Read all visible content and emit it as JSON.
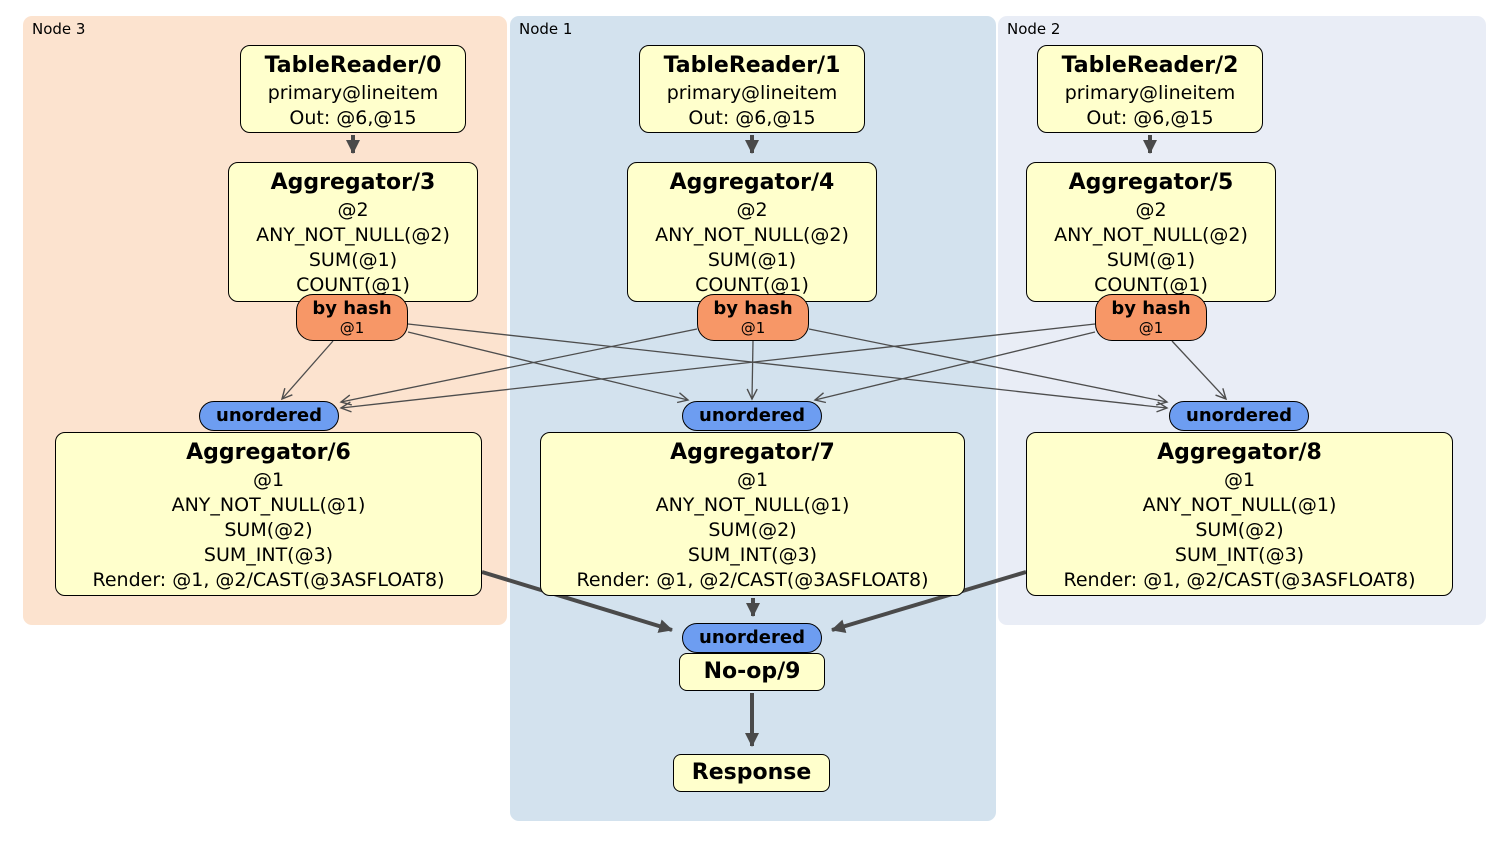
{
  "diagram": {
    "regions": [
      {
        "id": "node3",
        "label": "Node 3",
        "color": "#fce3cf"
      },
      {
        "id": "node1",
        "label": "Node 1",
        "color": "#d3e2ee"
      },
      {
        "id": "node2",
        "label": "Node 2",
        "color": "#e9edf6"
      }
    ],
    "processors": {
      "tablereader0": {
        "title": "TableReader/0",
        "lines": [
          "primary@lineitem",
          "Out: @6,@15"
        ]
      },
      "tablereader1": {
        "title": "TableReader/1",
        "lines": [
          "primary@lineitem",
          "Out: @6,@15"
        ]
      },
      "tablereader2": {
        "title": "TableReader/2",
        "lines": [
          "primary@lineitem",
          "Out: @6,@15"
        ]
      },
      "aggregator3": {
        "title": "Aggregator/3",
        "lines": [
          "@2",
          "ANY_NOT_NULL(@2)",
          "SUM(@1)",
          "COUNT(@1)"
        ]
      },
      "aggregator4": {
        "title": "Aggregator/4",
        "lines": [
          "@2",
          "ANY_NOT_NULL(@2)",
          "SUM(@1)",
          "COUNT(@1)"
        ]
      },
      "aggregator5": {
        "title": "Aggregator/5",
        "lines": [
          "@2",
          "ANY_NOT_NULL(@2)",
          "SUM(@1)",
          "COUNT(@1)"
        ]
      },
      "aggregator6": {
        "title": "Aggregator/6",
        "lines": [
          "@1",
          "ANY_NOT_NULL(@1)",
          "SUM(@2)",
          "SUM_INT(@3)",
          "Render: @1, @2/CAST(@3ASFLOAT8)"
        ]
      },
      "aggregator7": {
        "title": "Aggregator/7",
        "lines": [
          "@1",
          "ANY_NOT_NULL(@1)",
          "SUM(@2)",
          "SUM_INT(@3)",
          "Render: @1, @2/CAST(@3ASFLOAT8)"
        ]
      },
      "aggregator8": {
        "title": "Aggregator/8",
        "lines": [
          "@1",
          "ANY_NOT_NULL(@1)",
          "SUM(@2)",
          "SUM_INT(@3)",
          "Render: @1, @2/CAST(@3ASFLOAT8)"
        ]
      },
      "noop9": {
        "title": "No-op/9"
      },
      "response": {
        "title": "Response"
      }
    },
    "routers": {
      "by_hash": {
        "label": "by hash",
        "key": "@1"
      },
      "unordered": {
        "label": "unordered"
      }
    },
    "colors": {
      "processor_fill": "#ffffcc",
      "hash_router_fill": "#f79767",
      "unordered_router_fill": "#6d9df1",
      "edge": "#4a4a4a",
      "border": "#000000"
    }
  }
}
